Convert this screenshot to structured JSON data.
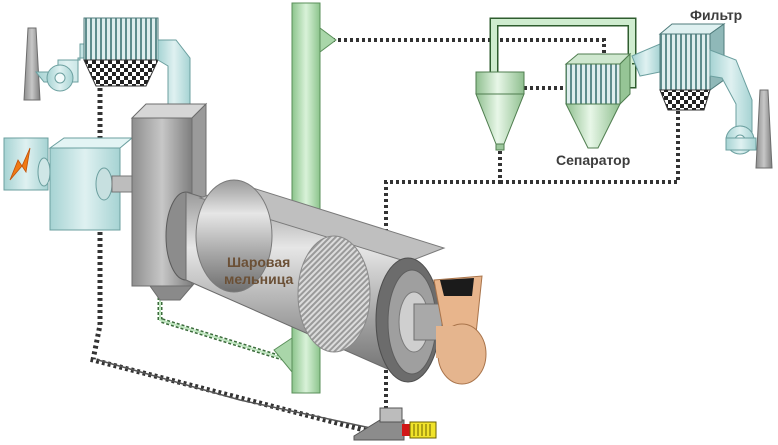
{
  "labels": {
    "filter": "Фильтр",
    "separator": "Сепаратор",
    "mill_line1": "Шаровая",
    "mill_line2": "мельница"
  }
}
